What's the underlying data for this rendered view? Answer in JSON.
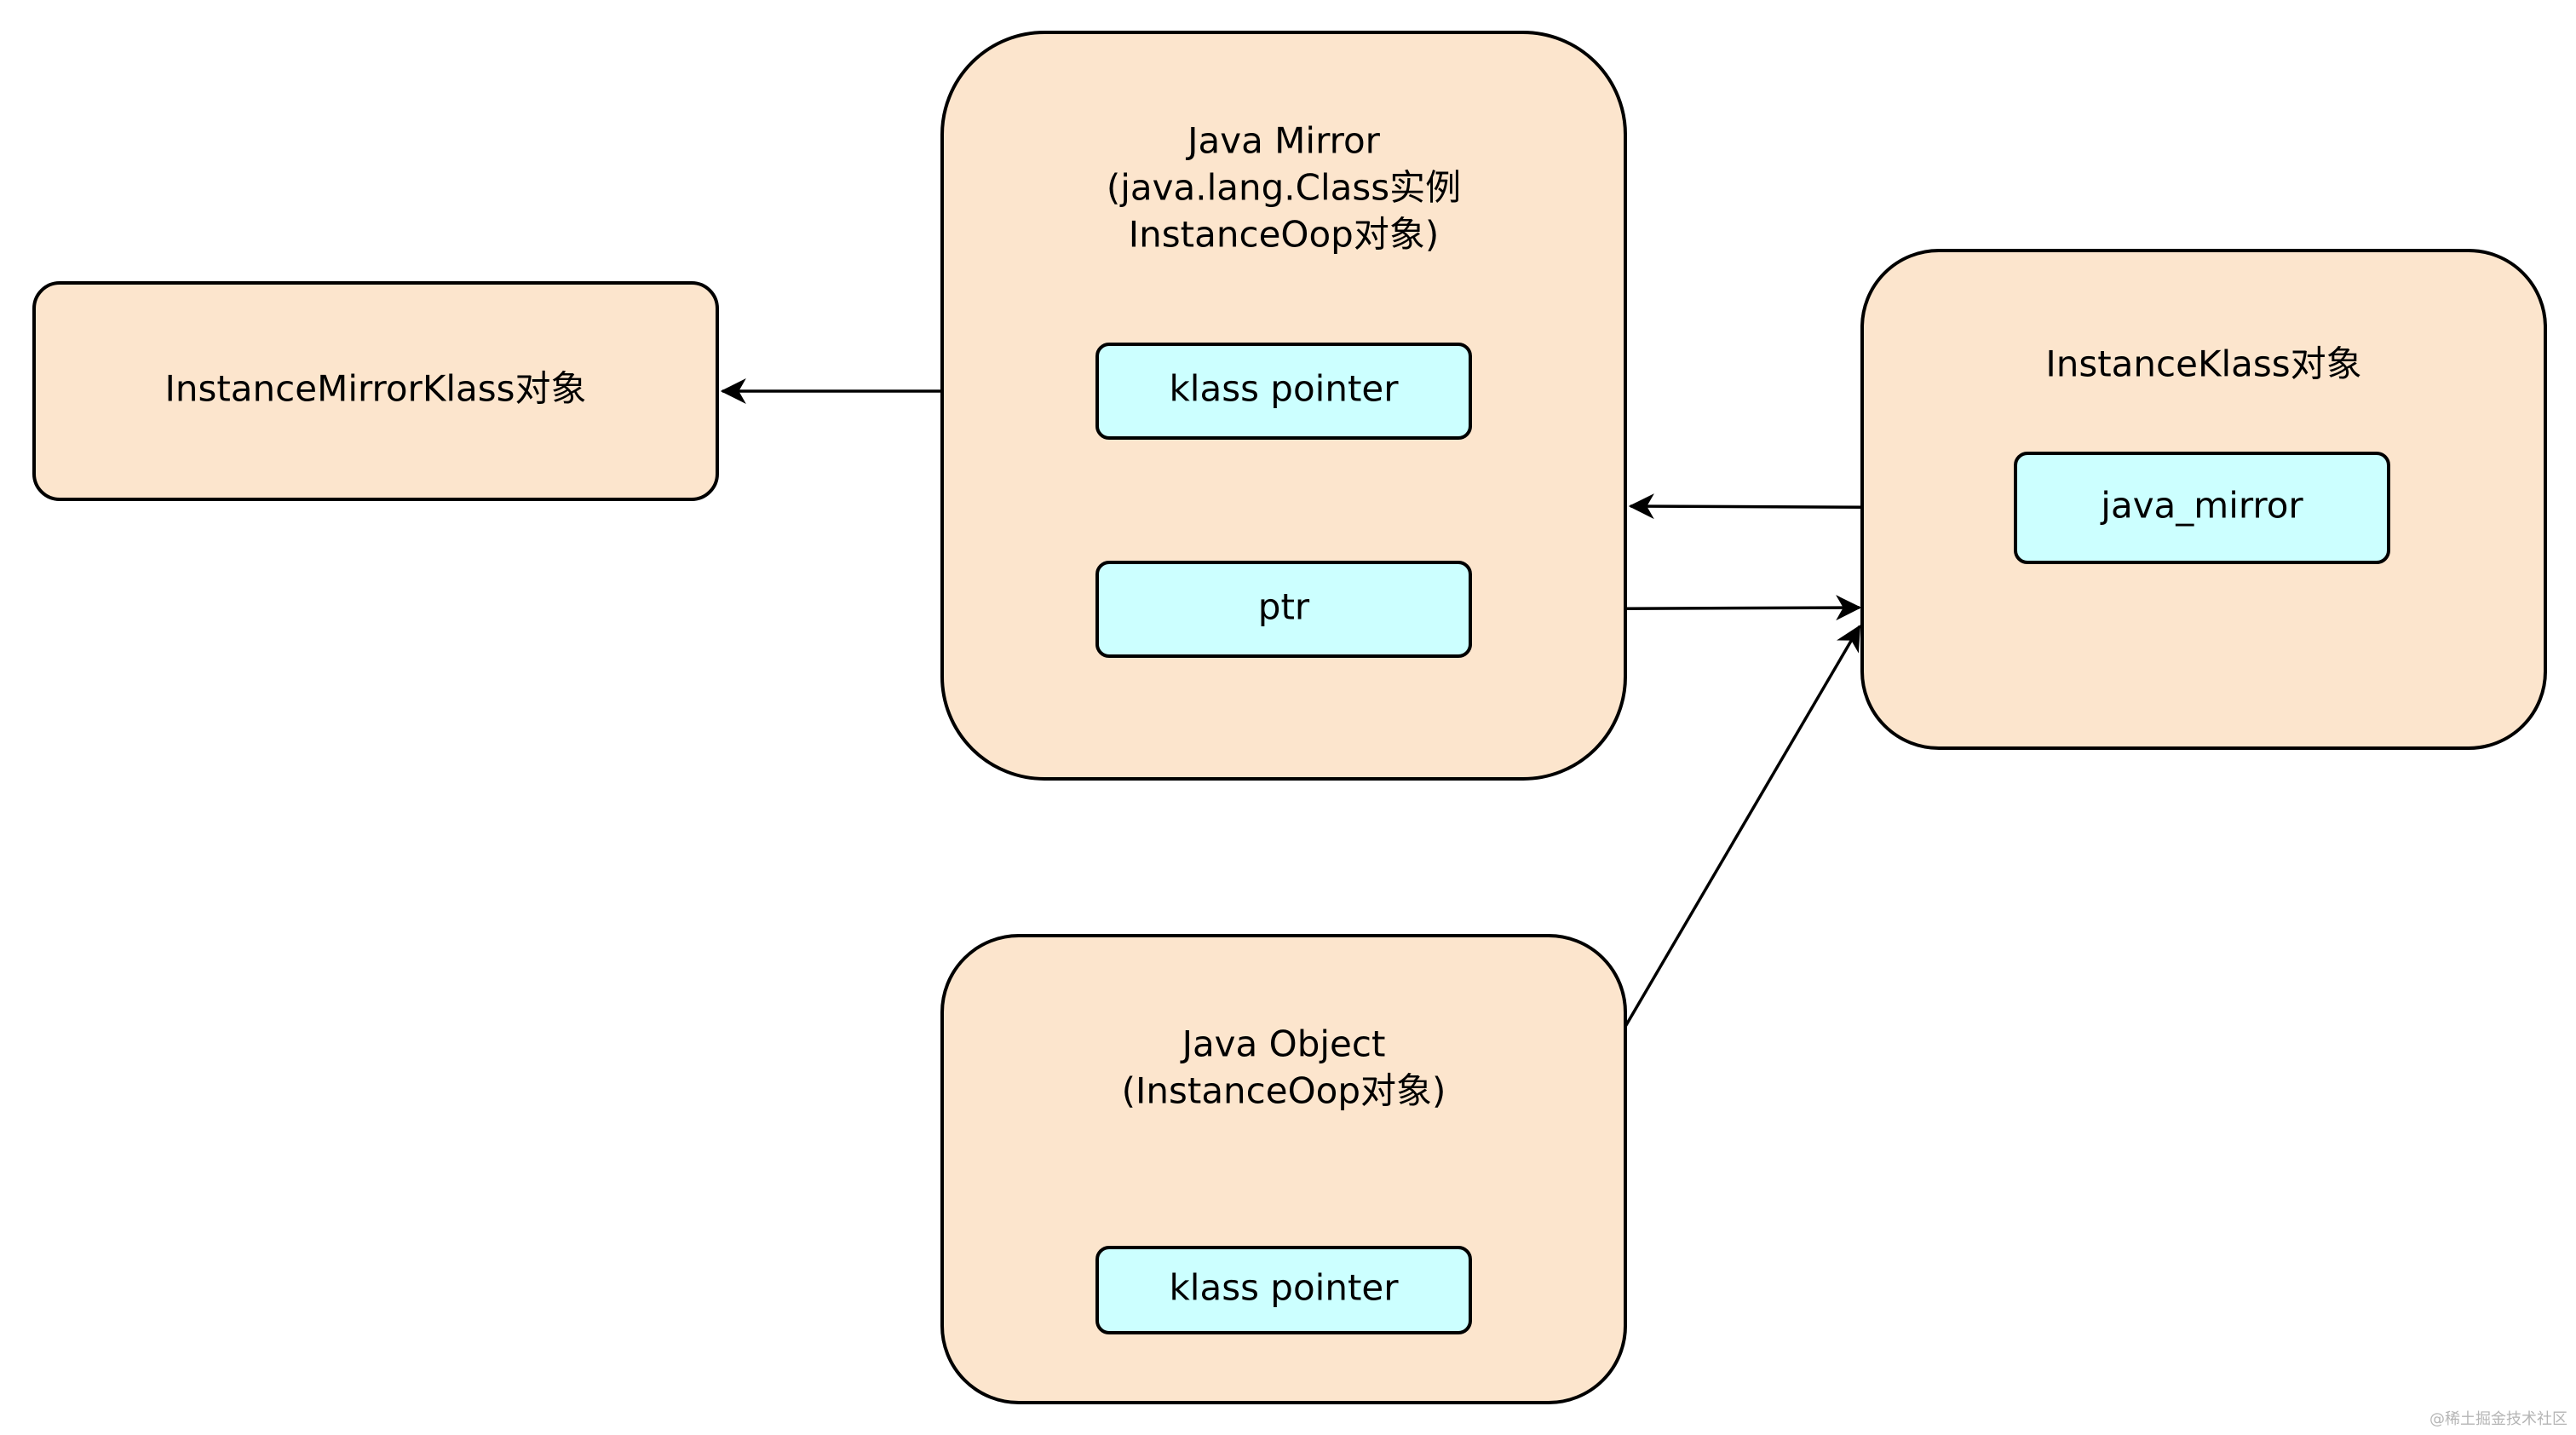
{
  "nodes": {
    "instance_mirror_klass": {
      "label": "InstanceMirrorKlass对象"
    },
    "java_mirror": {
      "title_lines": [
        "Java Mirror",
        "(java.lang.Class实例",
        "InstanceOop对象)"
      ],
      "fields": {
        "klass_pointer": "klass pointer",
        "ptr": "ptr"
      }
    },
    "instance_klass": {
      "title": "InstanceKlass对象",
      "fields": {
        "java_mirror": "java_mirror"
      }
    },
    "java_object": {
      "title_lines": [
        "Java Object",
        "(InstanceOop对象)"
      ],
      "fields": {
        "klass_pointer": "klass pointer"
      }
    }
  },
  "edges": [
    {
      "from": "java_mirror.klass_pointer",
      "to": "instance_mirror_klass"
    },
    {
      "from": "instance_klass.java_mirror",
      "to": "java_mirror"
    },
    {
      "from": "java_mirror.ptr",
      "to": "instance_klass"
    },
    {
      "from": "java_object.klass_pointer",
      "to": "instance_klass"
    }
  ],
  "colors": {
    "container_fill": "#fce5cd",
    "field_fill": "#ccffff",
    "stroke": "#000000"
  },
  "watermark": "@稀土掘金技术社区"
}
